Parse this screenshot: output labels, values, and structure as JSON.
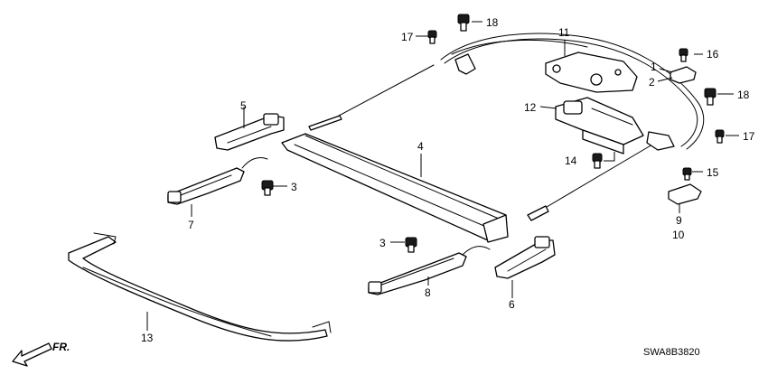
{
  "diagram": {
    "drawing_code": "SWA8B3820",
    "direction_label": "FR.",
    "callouts": {
      "c1": "1",
      "c2": "2",
      "c3a": "3",
      "c3b": "3",
      "c4": "4",
      "c5": "5",
      "c6": "6",
      "c7": "7",
      "c8": "8",
      "c9": "9",
      "c10": "10",
      "c11": "11",
      "c12": "12",
      "c13": "13",
      "c14": "14",
      "c15": "15",
      "c16": "16",
      "c17a": "17",
      "c17b": "17",
      "c18a": "18",
      "c18b": "18"
    }
  }
}
